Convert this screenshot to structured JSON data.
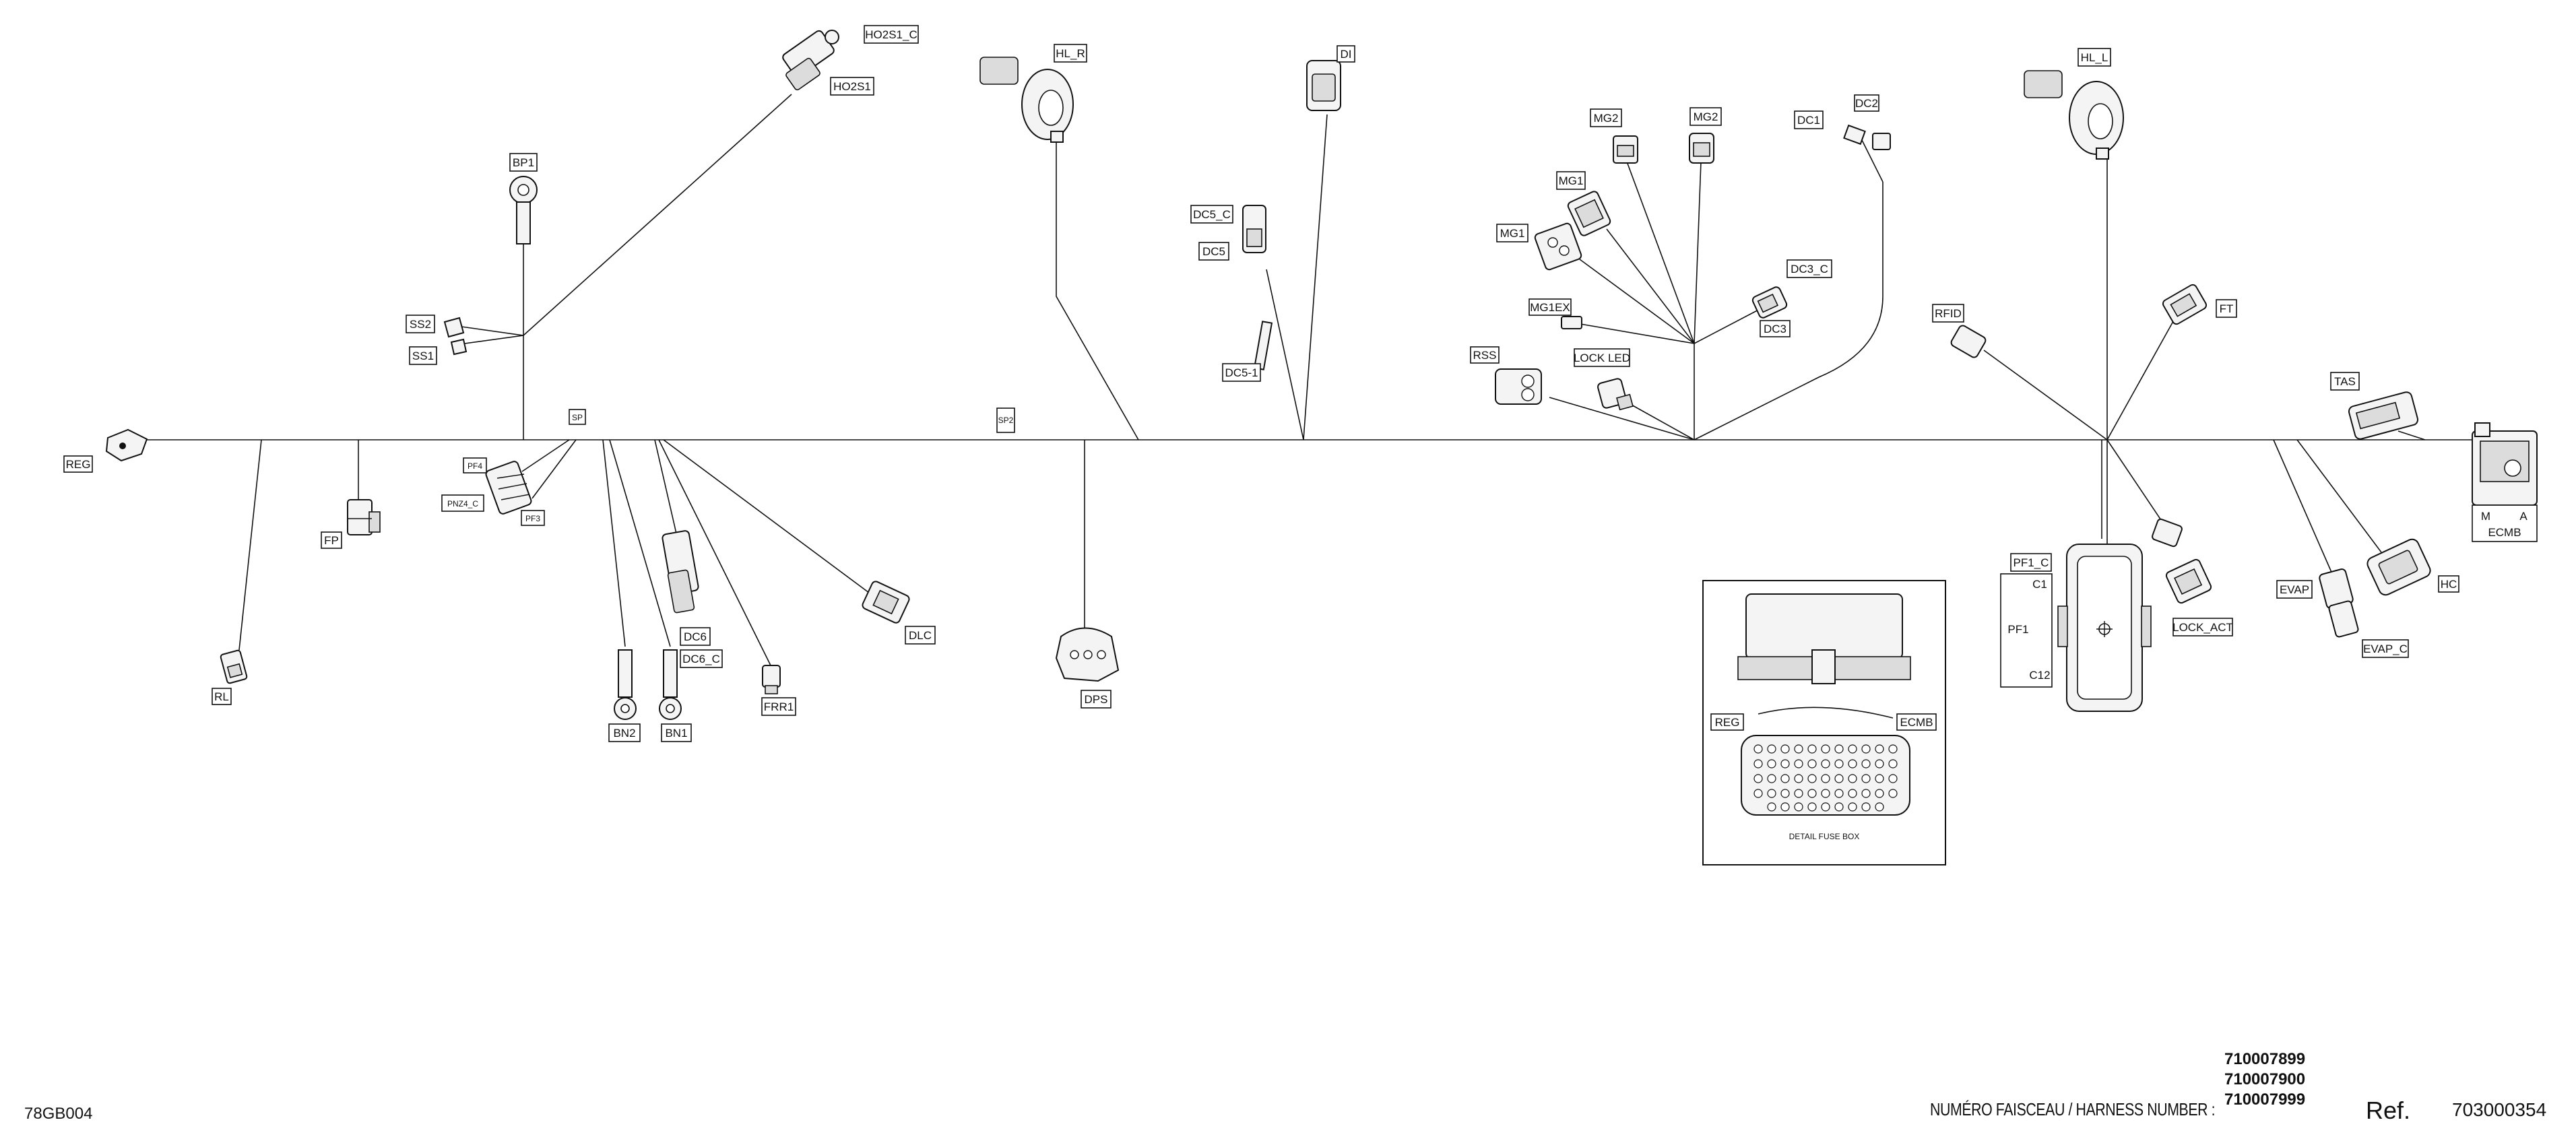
{
  "diagram_id": "78GB004",
  "labels": {
    "HO2S1_C": "HO2S1_C",
    "HO2S1": "HO2S1",
    "HL_R": "HL_R",
    "DI": "DI",
    "HL_L": "HL_L",
    "BP1": "BP1",
    "SS2": "SS2",
    "SS1": "SS1",
    "DC5_C": "DC5_C",
    "DC5": "DC5",
    "DC5_1": "DC5-1",
    "MG2_a": "MG2",
    "MG2_b": "MG2",
    "DC1": "DC1",
    "DC2": "DC2",
    "MG1_a": "MG1",
    "MG1_b": "MG1",
    "DC3_C": "DC3_C",
    "DC3": "DC3",
    "MG1EX": "MG1EX",
    "LOCK_LED": "LOCK LED",
    "RSS": "RSS",
    "RFID": "RFID",
    "FT": "FT",
    "TAS": "TAS",
    "REG_left": "REG",
    "FP": "FP",
    "PF4": "PF4",
    "PNZ4_C": "PNZ4_C",
    "PF3": "PF3",
    "SP": "SP",
    "SP2": "SP2",
    "RL": "RL",
    "DC6": "DC6",
    "DC6_C": "DC6_C",
    "BN2": "BN2",
    "BN1": "BN1",
    "FRR1": "FRR1",
    "DLC": "DLC",
    "DPS": "DPS",
    "PF1_C": "PF1_C",
    "C1": "C1",
    "PF1": "PF1",
    "C12": "C12",
    "LOCK_ACT": "LOCK_ACT",
    "EVAP": "EVAP",
    "EVAP_C": "EVAP_C",
    "HC": "HC",
    "ECMB_M": "M",
    "ECMB_A": "A",
    "ECMB": "ECMB",
    "detail_REG": "REG",
    "detail_ECMB": "ECMB",
    "detail_caption": "DETAIL FUSE BOX"
  },
  "footer": {
    "harness_label": "NUMÉRO FAISCEAU / HARNESS NUMBER :",
    "harness_numbers": [
      "710007899",
      "710007900",
      "710007999"
    ],
    "ref_label": "Ref.",
    "ref_number": "703000354"
  }
}
